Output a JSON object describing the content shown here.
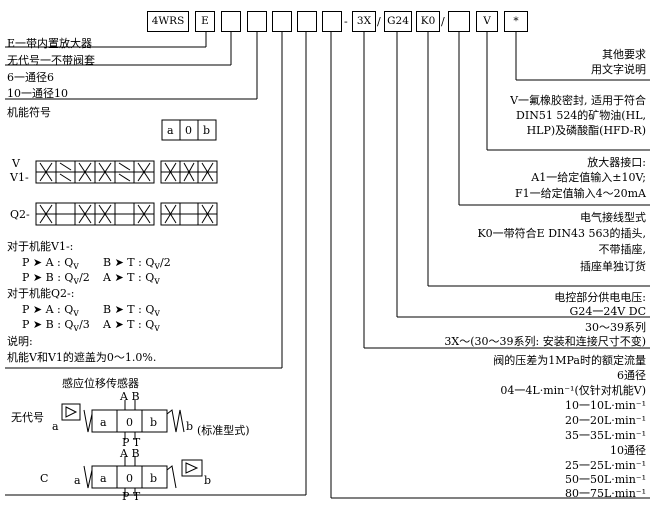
{
  "code_boxes": [
    "4WRS",
    "E",
    "",
    "",
    "",
    "",
    "",
    "",
    "3X",
    "G24",
    "K0",
    "",
    "V",
    "*"
  ],
  "separators": [
    "-",
    "/",
    "/"
  ],
  "left": {
    "e_line": "E一带内置放大器",
    "no_code_line": "无代号一不带阀套",
    "size6": "6一通径6",
    "size10": "10一通径10",
    "function_symbol_title": "机能符号",
    "symbol_a": "a",
    "symbol_0": "0",
    "symbol_b": "b",
    "v_label": "V",
    "v1_label": "V1-",
    "q2_label": "Q2-",
    "v1_title": "对于机能V1-:",
    "v1_row1a": "P ➤ A : Q",
    "v1_row1a_sub": "v",
    "v1_row1b": "B ➤ T : Q",
    "v1_row1b_sub": "v",
    "v1_row1b_tail": "/2",
    "v1_row2a": "P ➤ B : Q",
    "v1_row2a_sub": "v",
    "v1_row2a_tail": "/2",
    "v1_row2b": "A ➤ T : Q",
    "v1_row2b_sub": "v",
    "q2_title": "对于机能Q2-:",
    "q2_row1a": "P ➤ A : Q",
    "q2_row1a_sub": "v",
    "q2_row1b": "B ➤ T : Q",
    "q2_row1b_sub": "v",
    "q2_row2a": "P ➤ B : Q",
    "q2_row2a_sub": "v",
    "q2_row2a_tail": "/3",
    "q2_row2b": "A ➤ T : Q",
    "q2_row2b_sub": "v",
    "note_title": "说明:",
    "note_text": "机能V和V1的遮盖为0～1.0%.",
    "sensor_title": "感应位移传感器",
    "sensor_none": "无代号",
    "sensor_c": "C",
    "standard": "(标准型式)",
    "ab_label": "A B",
    "pt_label": "P T",
    "port_a": "a",
    "port_b": "b"
  },
  "right": {
    "other_req_1": "其他要求",
    "other_req_2": "用文字说明",
    "seal_1": "V一氟橡胶密封, 适用于符合",
    "seal_2": "DIN51 524的矿物油(HL,",
    "seal_3": "HLP)及磷酸酯(HFD-R)",
    "amp_title": "放大器接口:",
    "amp_a1": "A1一给定值输入±10V;",
    "amp_f1": "F1一给定值输入4～20mA",
    "conn_title": "电气接线型式",
    "conn_1": "K0一带符合E DIN43 563的插头,",
    "conn_2": "不带插座,",
    "conn_3": "插座单独订货",
    "volt_title": "电控部分供电电压:",
    "volt_value": "G24一24V  DC",
    "series_1": "30～39系列",
    "series_2": "3X～(30～39系列: 安装和连接尺寸不变)",
    "flow_title": "阀的压差为1MPa时的额定流量",
    "size6_title": "6通径",
    "f04": "04一4L·min⁻¹(仅针对机能V)",
    "f10": "10一10L·min⁻¹",
    "f20": "20一20L·min⁻¹",
    "f35": "35一35L·min⁻¹",
    "size10_title": "10通径",
    "f25": "25一25L·min⁻¹",
    "f50": "50一50L·min⁻¹",
    "f80": "80一75L·min⁻¹"
  }
}
